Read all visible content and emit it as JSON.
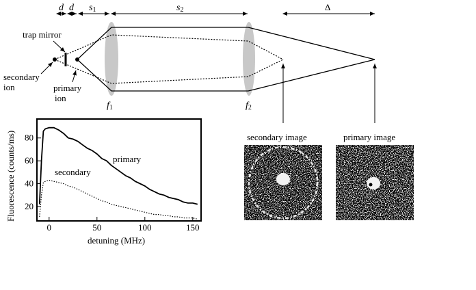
{
  "diagram": {
    "labels": {
      "d": "d",
      "s": "s",
      "sub1": "1",
      "sub2": "2",
      "f": "f",
      "delta": "Δ",
      "trap_mirror": "trap mirror",
      "secondary_ion_line1": "secondary",
      "secondary_ion_line2": "ion",
      "primary_ion_line1": "primary",
      "primary_ion_line2": "ion"
    },
    "images": {
      "secondary_title": "secondary image",
      "primary_title": "primary image"
    }
  },
  "chart_data": {
    "type": "line",
    "title": "",
    "xlabel": "detuning (MHz)",
    "ylabel": "Fluorescence (counts/ms)",
    "xlim": [
      -12,
      158
    ],
    "ylim": [
      8,
      96
    ],
    "xticks": [
      "0",
      "50",
      "100",
      "150"
    ],
    "yticks": [
      "20",
      "40",
      "60",
      "80"
    ],
    "grid": false,
    "series": [
      {
        "name": "primary",
        "style": "solid",
        "x": [
          -10,
          -8,
          -6,
          -4,
          0,
          5,
          10,
          15,
          20,
          25,
          30,
          35,
          40,
          45,
          50,
          55,
          60,
          65,
          70,
          75,
          80,
          85,
          90,
          95,
          100,
          105,
          110,
          115,
          120,
          125,
          130,
          135,
          140,
          145,
          150,
          155
        ],
        "y": [
          22,
          60,
          86,
          88,
          89,
          89,
          87,
          84,
          80,
          79,
          77,
          74,
          71,
          69,
          66,
          62,
          60,
          56,
          53,
          50,
          47,
          45,
          42,
          40,
          38,
          35,
          33,
          31,
          30,
          28,
          27,
          26,
          24,
          23,
          23,
          22
        ]
      },
      {
        "name": "secondary",
        "style": "dotted",
        "x": [
          -10,
          -8,
          -6,
          -4,
          0,
          5,
          10,
          15,
          20,
          25,
          30,
          35,
          40,
          45,
          50,
          55,
          60,
          65,
          70,
          75,
          80,
          85,
          90,
          95,
          100,
          105,
          110,
          115,
          120,
          125,
          130,
          135,
          140,
          145,
          150,
          155
        ],
        "y": [
          11,
          30,
          41,
          42,
          43,
          42,
          41,
          40,
          38,
          37,
          35,
          33,
          31,
          29,
          27,
          25,
          24,
          22,
          21,
          20,
          19,
          18,
          17,
          16,
          15,
          14,
          13,
          13,
          12,
          12,
          11,
          11,
          10,
          10,
          10,
          9
        ]
      }
    ]
  }
}
